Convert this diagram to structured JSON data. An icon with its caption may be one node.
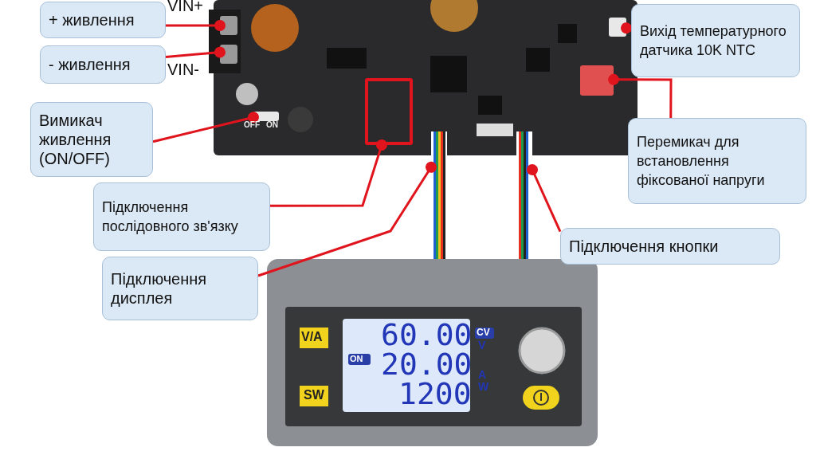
{
  "diagram": {
    "nodes": [
      {
        "text": [
          "+ живлення"
        ]
      },
      {
        "text": [
          "- живлення"
        ]
      },
      {
        "text": [
          "Вимикач живлення (ON/OFF)"
        ]
      },
      {
        "text": [
          "Підключення послідовного зв'язку"
        ]
      },
      {
        "text": [
          "Підключення дисплея"
        ]
      },
      {
        "text": [
          "Вихід температурного датчика 10K NTC"
        ]
      },
      {
        "text": [
          "Перемикач  для встановлення фіксованої напруги"
        ]
      },
      {
        "text": [
          "Підключення кнопки"
        ]
      },
      {
        "text": [],
        "shape": "box"
      },
      {
        "text": [],
        "shape": "box"
      },
      {
        "text": [],
        "shape": "box"
      },
      {
        "text": [],
        "shape": "box"
      },
      {
        "text": [],
        "shape": "bar"
      },
      {
        "text": [],
        "shape": "box"
      },
      {
        "text": [],
        "shape": "box"
      },
      {
        "text": [],
        "shape": "bar"
      }
    ],
    "edges": [
      {
        "from": 0,
        "to": 8,
        "arrow": "other"
      },
      {
        "from": 1,
        "to": 9,
        "arrow": "other"
      },
      {
        "from": 2,
        "to": 10,
        "arrow": "other"
      },
      {
        "from": 3,
        "to": 11,
        "arrow": "other"
      },
      {
        "from": 4,
        "to": 12,
        "arrow": "other"
      },
      {
        "from": 5,
        "to": 13,
        "arrow": "other"
      },
      {
        "from": 6,
        "to": 14,
        "arrow": "other"
      },
      {
        "from": 7,
        "to": 15,
        "arrow": "other"
      }
    ],
    "labels": [
      "VIN+",
      "VIN-",
      "OFF",
      "ON",
      "V/A",
      "60.00",
      "CV",
      "V",
      "ON",
      "20.00",
      "A",
      "SW",
      "1200",
      "W"
    ]
  }
}
